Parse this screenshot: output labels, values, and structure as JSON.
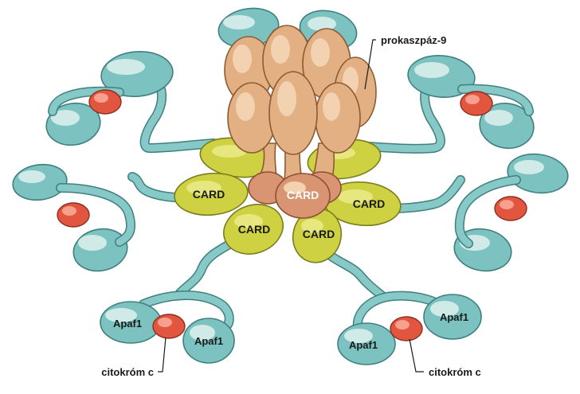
{
  "labels": {
    "procaspase": "prokaszpáz-9",
    "card": "CARD",
    "apaf1": "Apaf1",
    "cytochrome_c": "citokróm c"
  }
}
